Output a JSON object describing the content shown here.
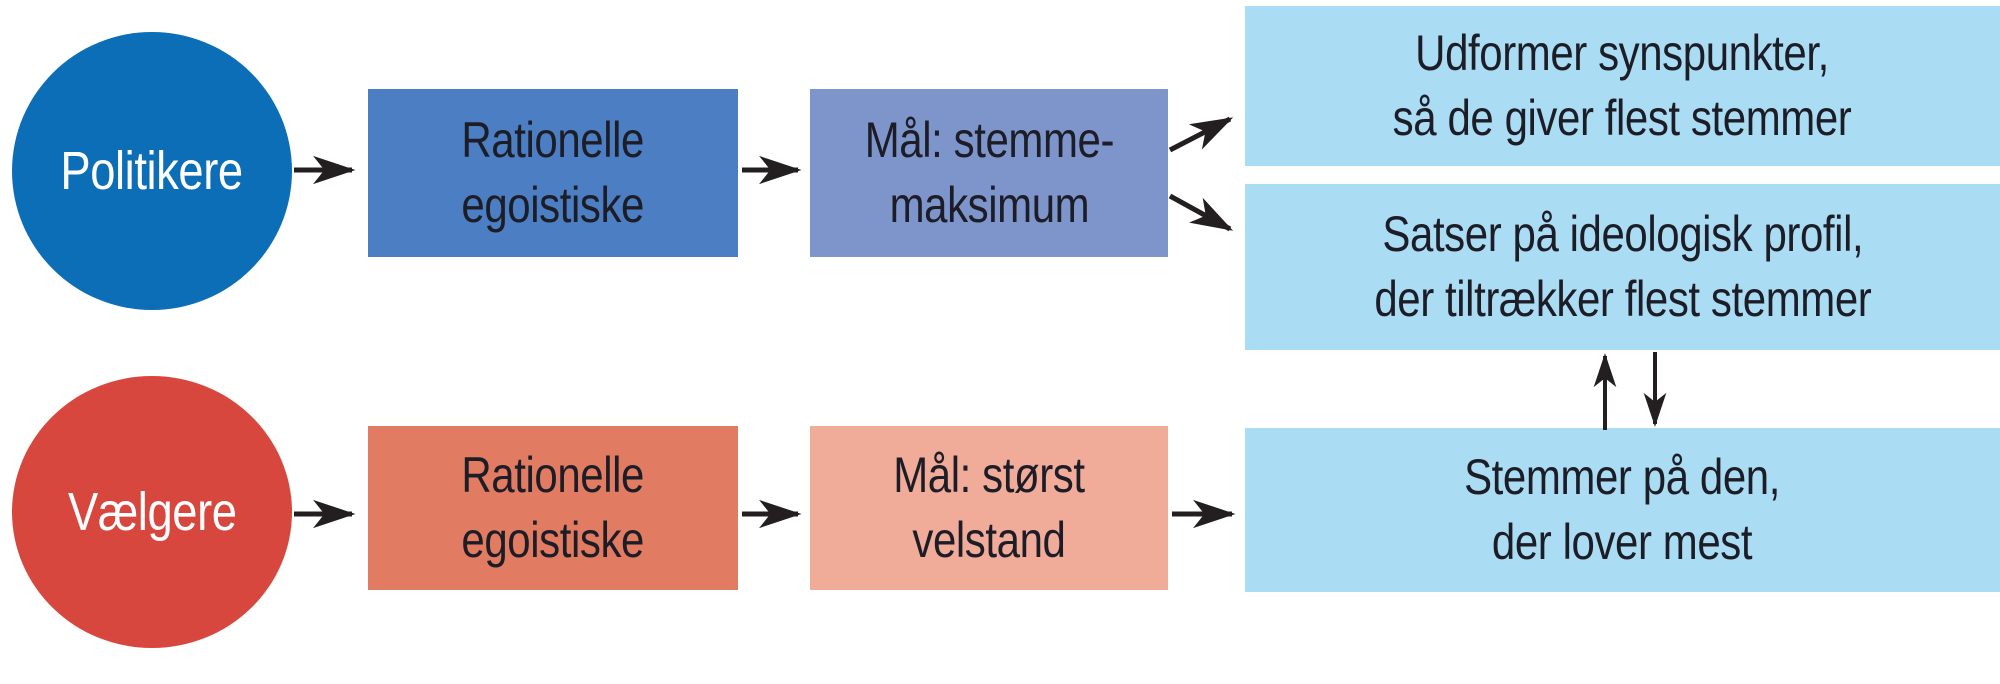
{
  "diagram": {
    "politicians_row": {
      "actor_label": "Politikere",
      "trait_line1": "Rationelle",
      "trait_line2": "egoistiske",
      "goal_line1": "Mål: stemme-",
      "goal_line2": "maksimum",
      "outcome1_line1": "Udformer synspunkter,",
      "outcome1_line2": "så de giver flest stemmer",
      "outcome2_line1": "Satser på ideologisk profil,",
      "outcome2_line2": "der tiltrækker flest stemmer"
    },
    "voters_row": {
      "actor_label": "Vælgere",
      "trait_line1": "Rationelle",
      "trait_line2": "egoistiske",
      "goal_line1": "Mål: størst",
      "goal_line2": "velstand",
      "outcome_line1": "Stemmer på den,",
      "outcome_line2": "der lover mest"
    },
    "colors": {
      "politicians_actor": "#0d6eb8",
      "politicians_trait": "#4b7ec2",
      "politicians_goal": "#7e95cc",
      "outcome_box": "#aadcf3",
      "voters_actor": "#d8473d",
      "voters_trait": "#e17b62",
      "voters_goal": "#f1ab99",
      "actor_text": "#ffffff",
      "box_text": "#1d1d27",
      "arrow": "#231f20",
      "background": "#ffffff"
    }
  }
}
